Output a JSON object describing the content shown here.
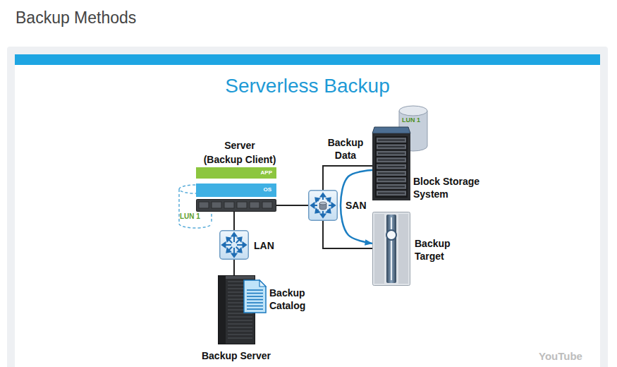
{
  "diagram": {
    "title": "Serverless Backup",
    "nodes": [
      {
        "text": [
          "Server (Backup Client)"
        ]
      },
      {
        "text": [
          "APP"
        ],
        "in": 0
      },
      {
        "text": [
          "OS"
        ],
        "in": 0
      },
      {
        "text": [
          "LUN 1"
        ]
      },
      {
        "text": [
          "LAN"
        ]
      },
      {
        "text": [
          "Backup Server"
        ]
      },
      {
        "text": [
          "Backup Catalog"
        ],
        "in": 5
      },
      {
        "text": [
          "SAN"
        ]
      },
      {
        "text": [
          "Block Storage System"
        ]
      },
      {
        "text": [
          "LUN 1"
        ]
      },
      {
        "text": [
          "Backup Target"
        ]
      }
    ],
    "edges": [
      {
        "from": 0,
        "to": 7,
        "arrow": "none"
      },
      {
        "from": 0,
        "to": 4,
        "arrow": "none"
      },
      {
        "from": 4,
        "to": 5,
        "arrow": "none"
      },
      {
        "from": 7,
        "to": 8,
        "arrow": "none"
      },
      {
        "from": 7,
        "to": 10,
        "arrow": "none"
      },
      {
        "from": 8,
        "to": 10,
        "arrow": "to",
        "label": "Backup Data"
      }
    ],
    "labels": [
      "Backup Methods",
      "YouTube"
    ]
  }
}
